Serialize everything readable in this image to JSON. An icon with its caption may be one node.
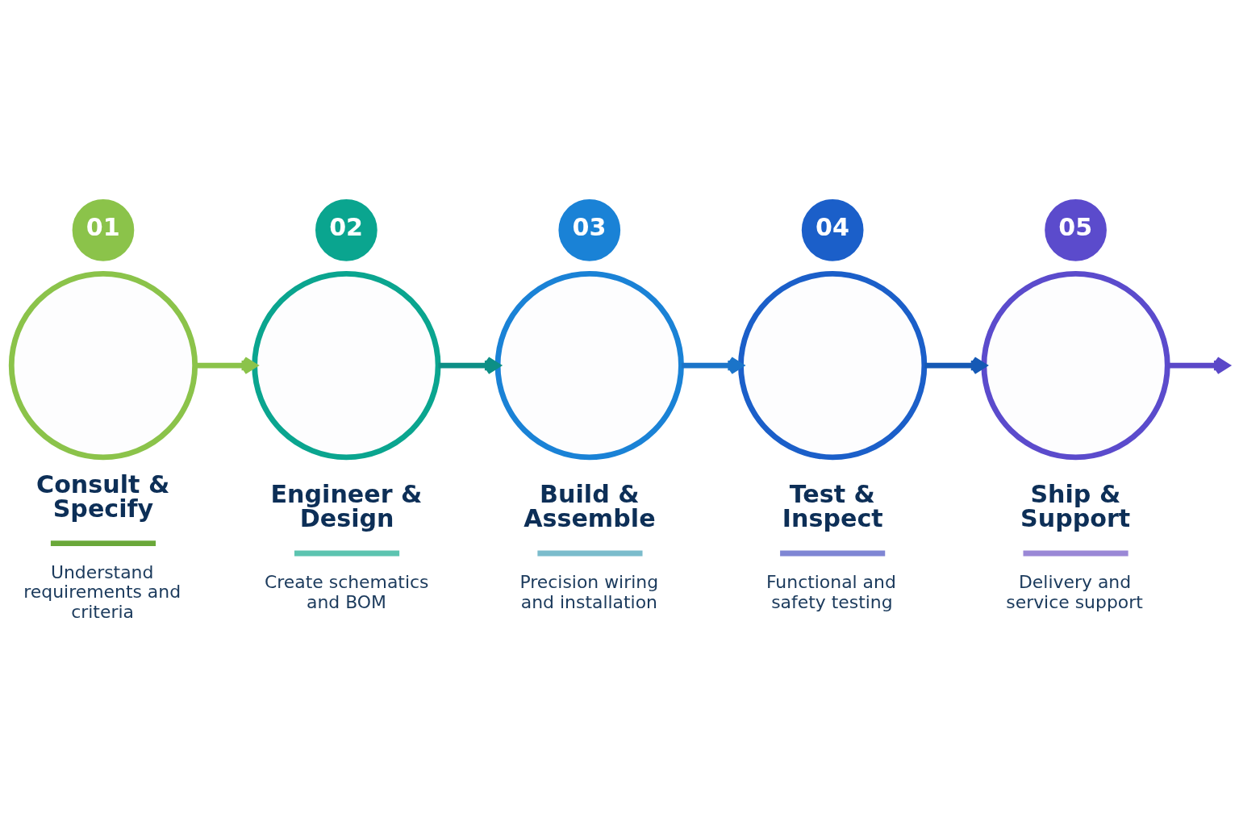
{
  "diagram": {
    "nodes": [
      {
        "text": [
          "01"
        ]
      },
      {
        "text": [],
        "shape": "circle",
        "beside": [
          "Consult & Specify",
          "Understand requirements and criteria"
        ]
      },
      {
        "text": [
          "02"
        ]
      },
      {
        "text": [],
        "shape": "circle",
        "beside": [
          "Engineer & Design",
          "Create schematics and BOM"
        ]
      },
      {
        "text": [
          "03"
        ]
      },
      {
        "text": [],
        "shape": "circle",
        "beside": [
          "Build & Assemble",
          "Precision wiring and installation"
        ]
      },
      {
        "text": [
          "04"
        ]
      },
      {
        "text": [],
        "shape": "circle",
        "beside": [
          "Test & Inspect",
          "Functional and safety testing"
        ]
      },
      {
        "text": [
          "05"
        ]
      },
      {
        "text": [],
        "shape": "circle",
        "beside": [
          "Ship & Support",
          "Delivery and service support"
        ]
      }
    ],
    "edges": [
      {
        "from": 1,
        "to": 3,
        "arrow": "to",
        "color": "#8bc34a"
      },
      {
        "from": 3,
        "to": 5,
        "arrow": "to",
        "color": "#0d8f86"
      },
      {
        "from": 5,
        "to": 7,
        "arrow": "to",
        "color": "#1b74c9"
      },
      {
        "from": 7,
        "to": 9,
        "arrow": "to",
        "color": "#1559b5"
      },
      {
        "from": 9,
        "to": null,
        "arrow": "to",
        "color": "#5b48c8"
      }
    ]
  }
}
